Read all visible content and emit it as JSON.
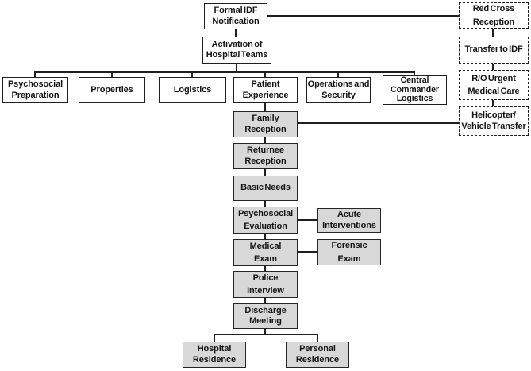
{
  "diagram": {
    "type": "flowchart",
    "description": "Hospital activation and returnee reception process flowchart",
    "nodes": {
      "formal_idf_notification": {
        "label": "Formal IDF\nNotification",
        "style": "solid"
      },
      "activation_of_hospital_teams": {
        "label": "Activation of\nHospital Teams",
        "style": "solid"
      },
      "psychosocial_preparation": {
        "label": "Psychosocial\nPreparation",
        "style": "solid"
      },
      "properties": {
        "label": "Properties",
        "style": "solid"
      },
      "logistics": {
        "label": "Logistics",
        "style": "solid"
      },
      "patient_experience": {
        "label": "Patient\nExperience",
        "style": "solid"
      },
      "operations_and_security": {
        "label": "Operations and\nSecurity",
        "style": "solid"
      },
      "central_commander_logistics": {
        "label": "Central\nCommander\nLogistics",
        "style": "solid"
      },
      "red_cross_reception": {
        "label": "Red Cross\nReception",
        "style": "dashed"
      },
      "transfer_to_idf": {
        "label": "Transfer to IDF",
        "style": "dashed"
      },
      "ro_urgent_medical_care": {
        "label": "R/O Urgent\nMedical Care",
        "style": "dashed"
      },
      "helicopter_vehicle_transfer": {
        "label": "Helicopter/\nVehicle Transfer",
        "style": "dashed"
      },
      "family_reception": {
        "label": "Family\nReception",
        "style": "gray"
      },
      "returnee_reception": {
        "label": "Returnee\nReception",
        "style": "gray"
      },
      "basic_needs": {
        "label": "Basic Needs",
        "style": "gray"
      },
      "psychosocial_evaluation": {
        "label": "Psychosocial\nEvaluation",
        "style": "gray"
      },
      "acute_interventions": {
        "label": "Acute\nInterventions",
        "style": "gray"
      },
      "medical_exam": {
        "label": "Medical\nExam",
        "style": "gray"
      },
      "forensic_exam": {
        "label": "Forensic\nExam",
        "style": "gray"
      },
      "police_interview": {
        "label": "Police\nInterview",
        "style": "gray"
      },
      "discharge_meeting": {
        "label": "Discharge\nMeeting",
        "style": "gray"
      },
      "hospital_residence": {
        "label": "Hospital\nResidence",
        "style": "gray"
      },
      "personal_residence": {
        "label": "Personal\nResidence",
        "style": "gray"
      }
    },
    "edges": [
      {
        "from": "formal_idf_notification",
        "to": "activation_of_hospital_teams"
      },
      {
        "from": "formal_idf_notification",
        "to": "red_cross_reception"
      },
      {
        "from": "activation_of_hospital_teams",
        "to": "psychosocial_preparation"
      },
      {
        "from": "activation_of_hospital_teams",
        "to": "properties"
      },
      {
        "from": "activation_of_hospital_teams",
        "to": "logistics"
      },
      {
        "from": "activation_of_hospital_teams",
        "to": "patient_experience"
      },
      {
        "from": "activation_of_hospital_teams",
        "to": "operations_and_security"
      },
      {
        "from": "activation_of_hospital_teams",
        "to": "central_commander_logistics"
      },
      {
        "from": "red_cross_reception",
        "to": "transfer_to_idf"
      },
      {
        "from": "transfer_to_idf",
        "to": "ro_urgent_medical_care"
      },
      {
        "from": "ro_urgent_medical_care",
        "to": "helicopter_vehicle_transfer"
      },
      {
        "from": "helicopter_vehicle_transfer",
        "to": "family_reception"
      },
      {
        "from": "patient_experience",
        "to": "family_reception"
      },
      {
        "from": "family_reception",
        "to": "returnee_reception"
      },
      {
        "from": "returnee_reception",
        "to": "basic_needs"
      },
      {
        "from": "basic_needs",
        "to": "psychosocial_evaluation"
      },
      {
        "from": "psychosocial_evaluation",
        "to": "acute_interventions"
      },
      {
        "from": "psychosocial_evaluation",
        "to": "medical_exam"
      },
      {
        "from": "medical_exam",
        "to": "forensic_exam"
      },
      {
        "from": "medical_exam",
        "to": "police_interview"
      },
      {
        "from": "police_interview",
        "to": "discharge_meeting"
      },
      {
        "from": "discharge_meeting",
        "to": "hospital_residence"
      },
      {
        "from": "discharge_meeting",
        "to": "personal_residence"
      }
    ],
    "colors": {
      "background": "#ffffff",
      "node_fill_white": "#ffffff",
      "node_fill_gray": "#d8d8d8",
      "border": "#1f1f1f",
      "connector": "#1f1f1f",
      "text": "#141414"
    }
  }
}
